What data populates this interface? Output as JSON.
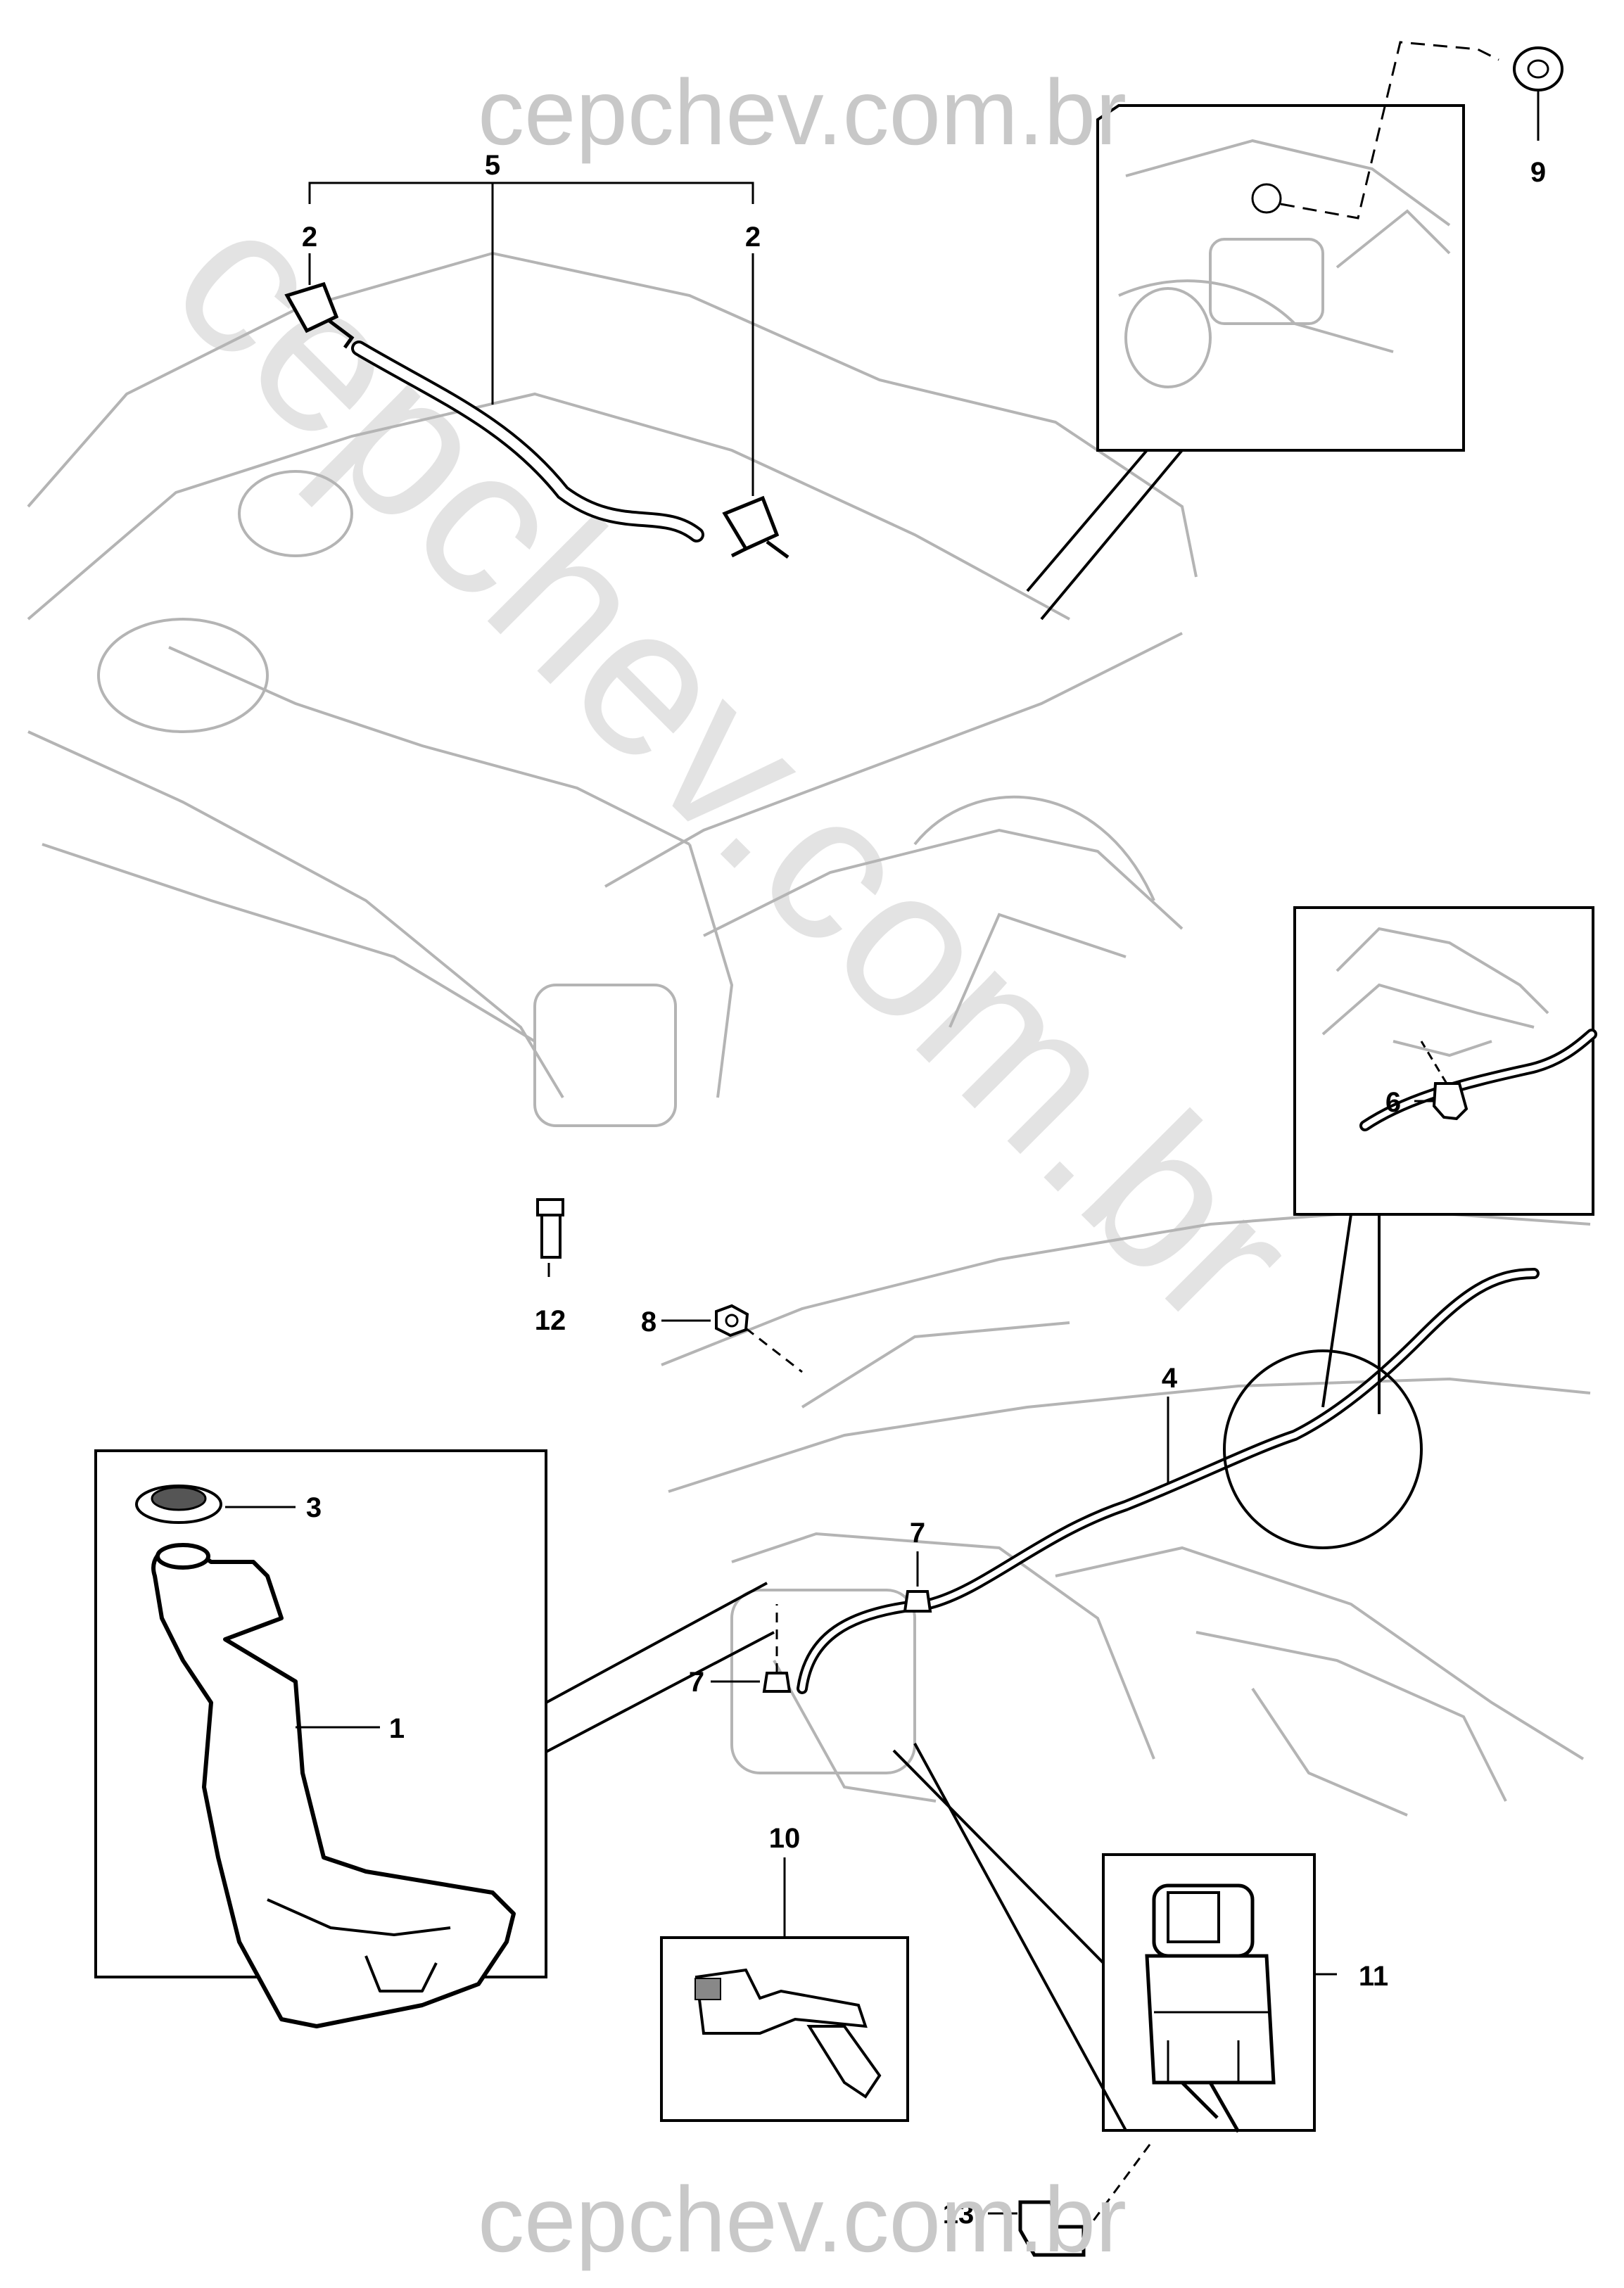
{
  "watermark": {
    "top": "cepchev.com.br",
    "bottom": "cepchev.com.br",
    "diagonal": "cepchev.com.br"
  },
  "callouts": {
    "p1": "1",
    "p2a": "2",
    "p2b": "2",
    "p3": "3",
    "p4": "4",
    "p5": "5",
    "p6": "6",
    "p7a": "7",
    "p7b": "7",
    "p8": "8",
    "p9": "9",
    "p10": "10",
    "p11": "11",
    "p12": "12",
    "p13": "13"
  },
  "colors": {
    "background": "#ffffff",
    "line_art": "#000000",
    "ghost_art": "#b4b4b4",
    "watermark": "#c8c8c8"
  }
}
